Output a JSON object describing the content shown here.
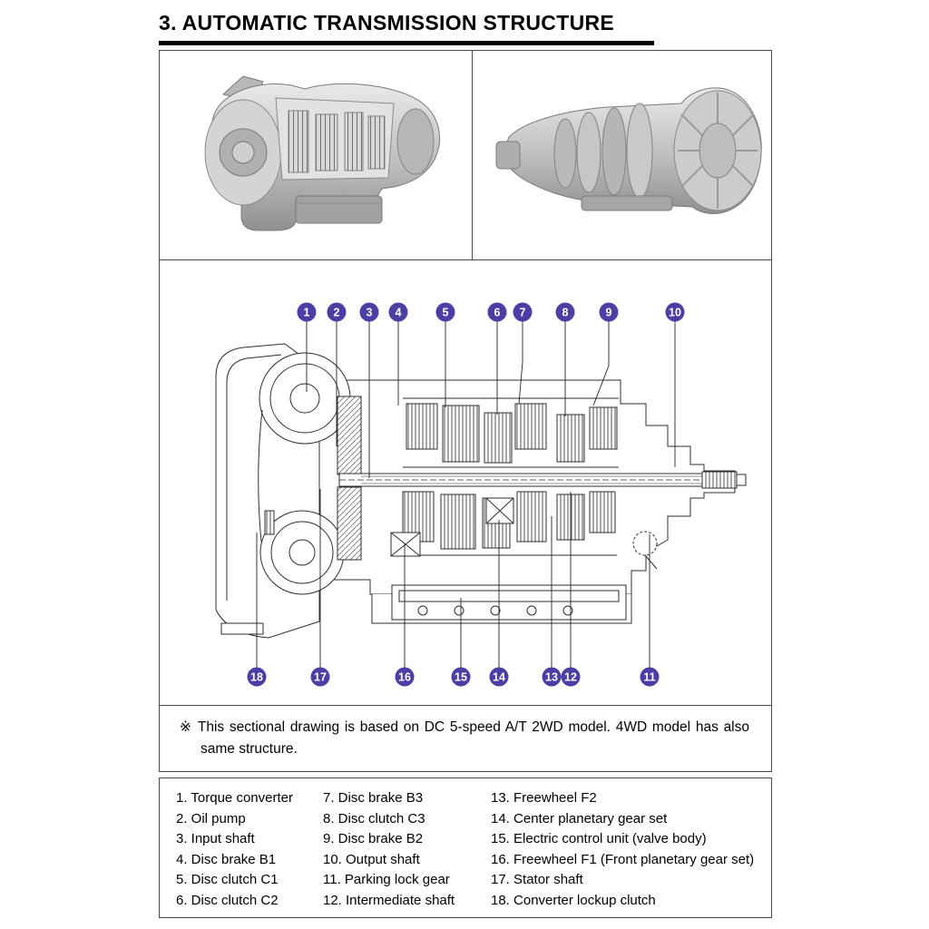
{
  "colors": {
    "callout": "#4b3fa5",
    "border": "#4a4a4a"
  },
  "page": {
    "title": "3. AUTOMATIC TRANSMISSION STRUCTURE"
  },
  "note": {
    "symbol": "※",
    "text": "This sectional drawing is based on DC 5-speed A/T 2WD model. 4WD model has also same structure."
  },
  "callouts": {
    "top": [
      "1",
      "2",
      "3",
      "4",
      "5",
      "6",
      "7",
      "8",
      "9",
      "10"
    ],
    "bottom": [
      "18",
      "17",
      "16",
      "15",
      "14",
      "13",
      "12",
      "11"
    ]
  },
  "legend": {
    "col1": [
      "1. Torque converter",
      "2. Oil pump",
      "3. Input shaft",
      "4. Disc brake B1",
      "5. Disc clutch C1",
      "6. Disc clutch C2"
    ],
    "col2": [
      "7. Disc brake B3",
      "8. Disc clutch C3",
      "9. Disc brake B2",
      "10. Output shaft",
      "11. Parking lock gear",
      "12. Intermediate shaft"
    ],
    "col3": [
      "13. Freewheel F2",
      "14. Center planetary gear set",
      "15. Electric control unit (valve body)",
      "16. Freewheel F1 (Front planetary gear set)",
      "17. Stator shaft",
      "18. Converter lockup clutch"
    ]
  }
}
